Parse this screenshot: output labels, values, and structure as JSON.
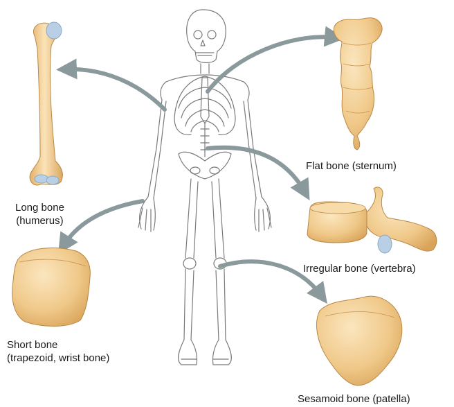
{
  "labels": {
    "long_bone": [
      "Long bone",
      "(humerus)"
    ],
    "flat_bone": "Flat bone (sternum)",
    "irregular_bone": "Irregular bone (vertebra)",
    "short_bone": [
      "Short bone",
      "(trapezoid, wrist bone)"
    ],
    "sesamoid_bone": "Sesamoid bone (patella)"
  },
  "colors": {
    "bone_fill": "#f0c98a",
    "bone_shade": "#d9a45a",
    "cartilage": "#b9cfe6",
    "arrow": "#8a9a9c",
    "skeleton_line": "#7a7a7a"
  }
}
